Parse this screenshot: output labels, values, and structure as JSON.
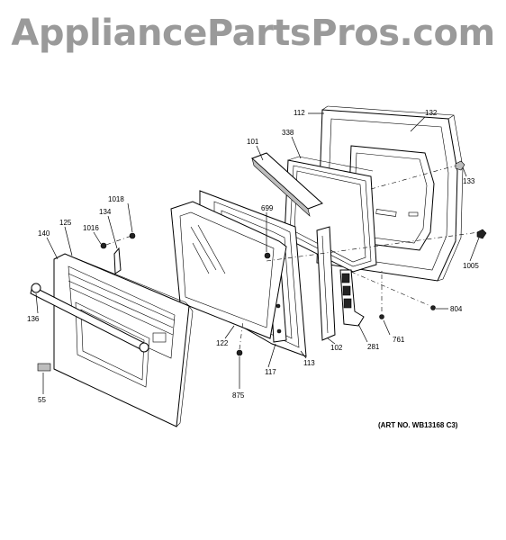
{
  "watermark": "AppliancePartsPros.com",
  "art_number": "(ART NO. WB13168 C3)",
  "callouts": [
    "112",
    "132",
    "338",
    "101",
    "133",
    "1018",
    "699",
    "134",
    "1016",
    "125",
    "140",
    "1005",
    "804",
    "136",
    "761",
    "281",
    "102",
    "122",
    "113",
    "117",
    "875",
    "55"
  ]
}
